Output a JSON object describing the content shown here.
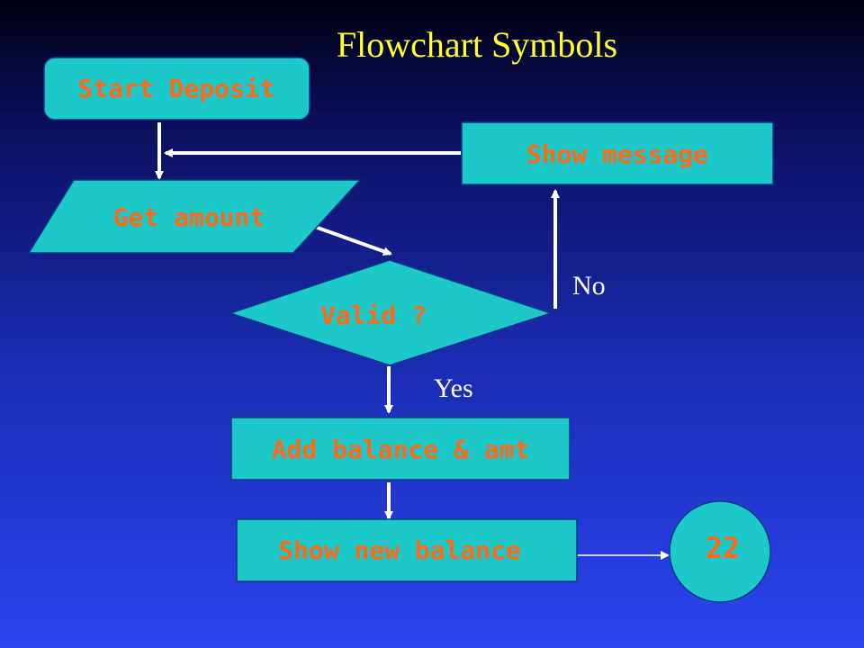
{
  "slide": {
    "title": "Flowchart Symbols"
  },
  "nodes": {
    "start": "Start Deposit",
    "get_amount": "Get amount",
    "valid": "Valid ?",
    "show_message": "Show message",
    "add_balance": "Add balance & amt",
    "show_new_balance": "Show new balance",
    "page_number": "22"
  },
  "edge_labels": {
    "no": "No",
    "yes": "Yes"
  },
  "colors": {
    "shape_fill": "#1cc8c8",
    "label_text": "#ff6a1a",
    "title_text": "#ffff33",
    "arrow": "#ffffff"
  }
}
